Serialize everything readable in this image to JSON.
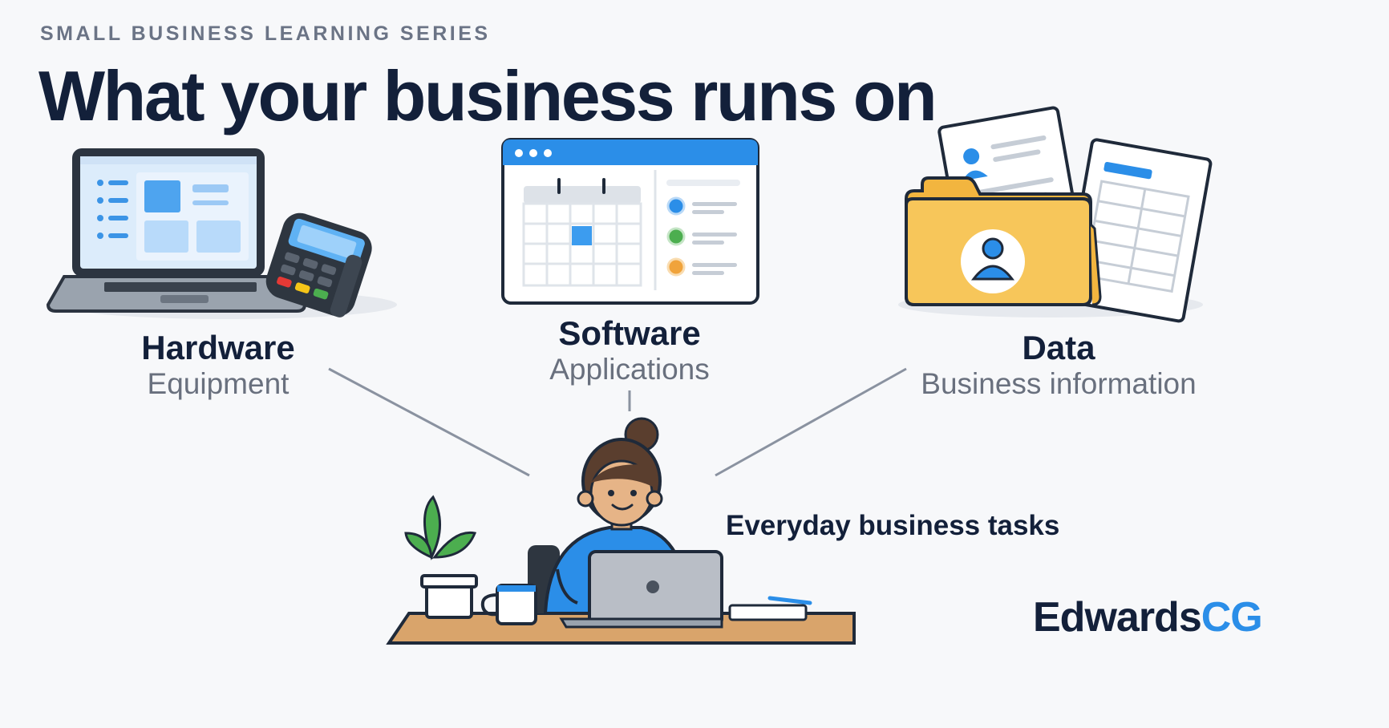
{
  "header": {
    "eyebrow": "SMALL BUSINESS LEARNING SERIES",
    "title": "What your business runs on"
  },
  "categories": [
    {
      "title": "Hardware",
      "subtitle": "Equipment",
      "icon": "laptop-and-card-terminal"
    },
    {
      "title": "Software",
      "subtitle": "Applications",
      "icon": "calendar-app-window"
    },
    {
      "title": "Data",
      "subtitle": "Business information",
      "icon": "folder-with-documents"
    }
  ],
  "center": {
    "label": "Everyday business tasks",
    "icon": "person-working-at-laptop"
  },
  "brand": {
    "part1": "Edwards",
    "part2": "CG"
  },
  "colors": {
    "ink": "#13203a",
    "muted": "#69707e",
    "accent_blue": "#2b8ee8",
    "folder_yellow": "#f7c65a",
    "green": "#4cae4f",
    "orange": "#f0a33b"
  }
}
